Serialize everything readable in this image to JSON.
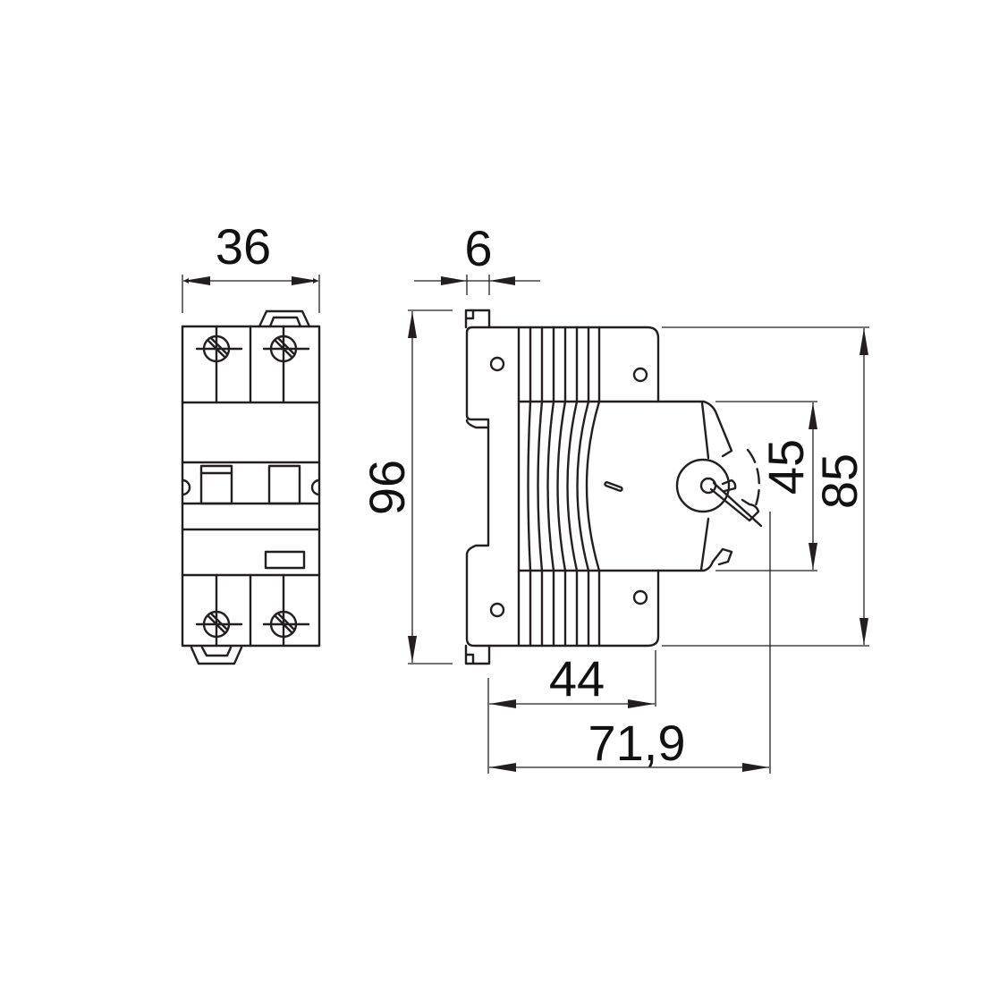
{
  "diagram": {
    "type": "technical-dimension-drawing",
    "subject": "2-pole DIN-rail circuit breaker",
    "views": {
      "front": {
        "label": "front-view"
      },
      "side": {
        "label": "side-view"
      }
    },
    "dimensions": {
      "width": "36",
      "rail_clip": "6",
      "height": "96",
      "depth_body": "44",
      "depth_total": "71,9",
      "toggle_height": "45",
      "body_height": "85"
    },
    "handle_mark": "I",
    "colors": {
      "line": "#231f20",
      "background": "#ffffff"
    }
  }
}
